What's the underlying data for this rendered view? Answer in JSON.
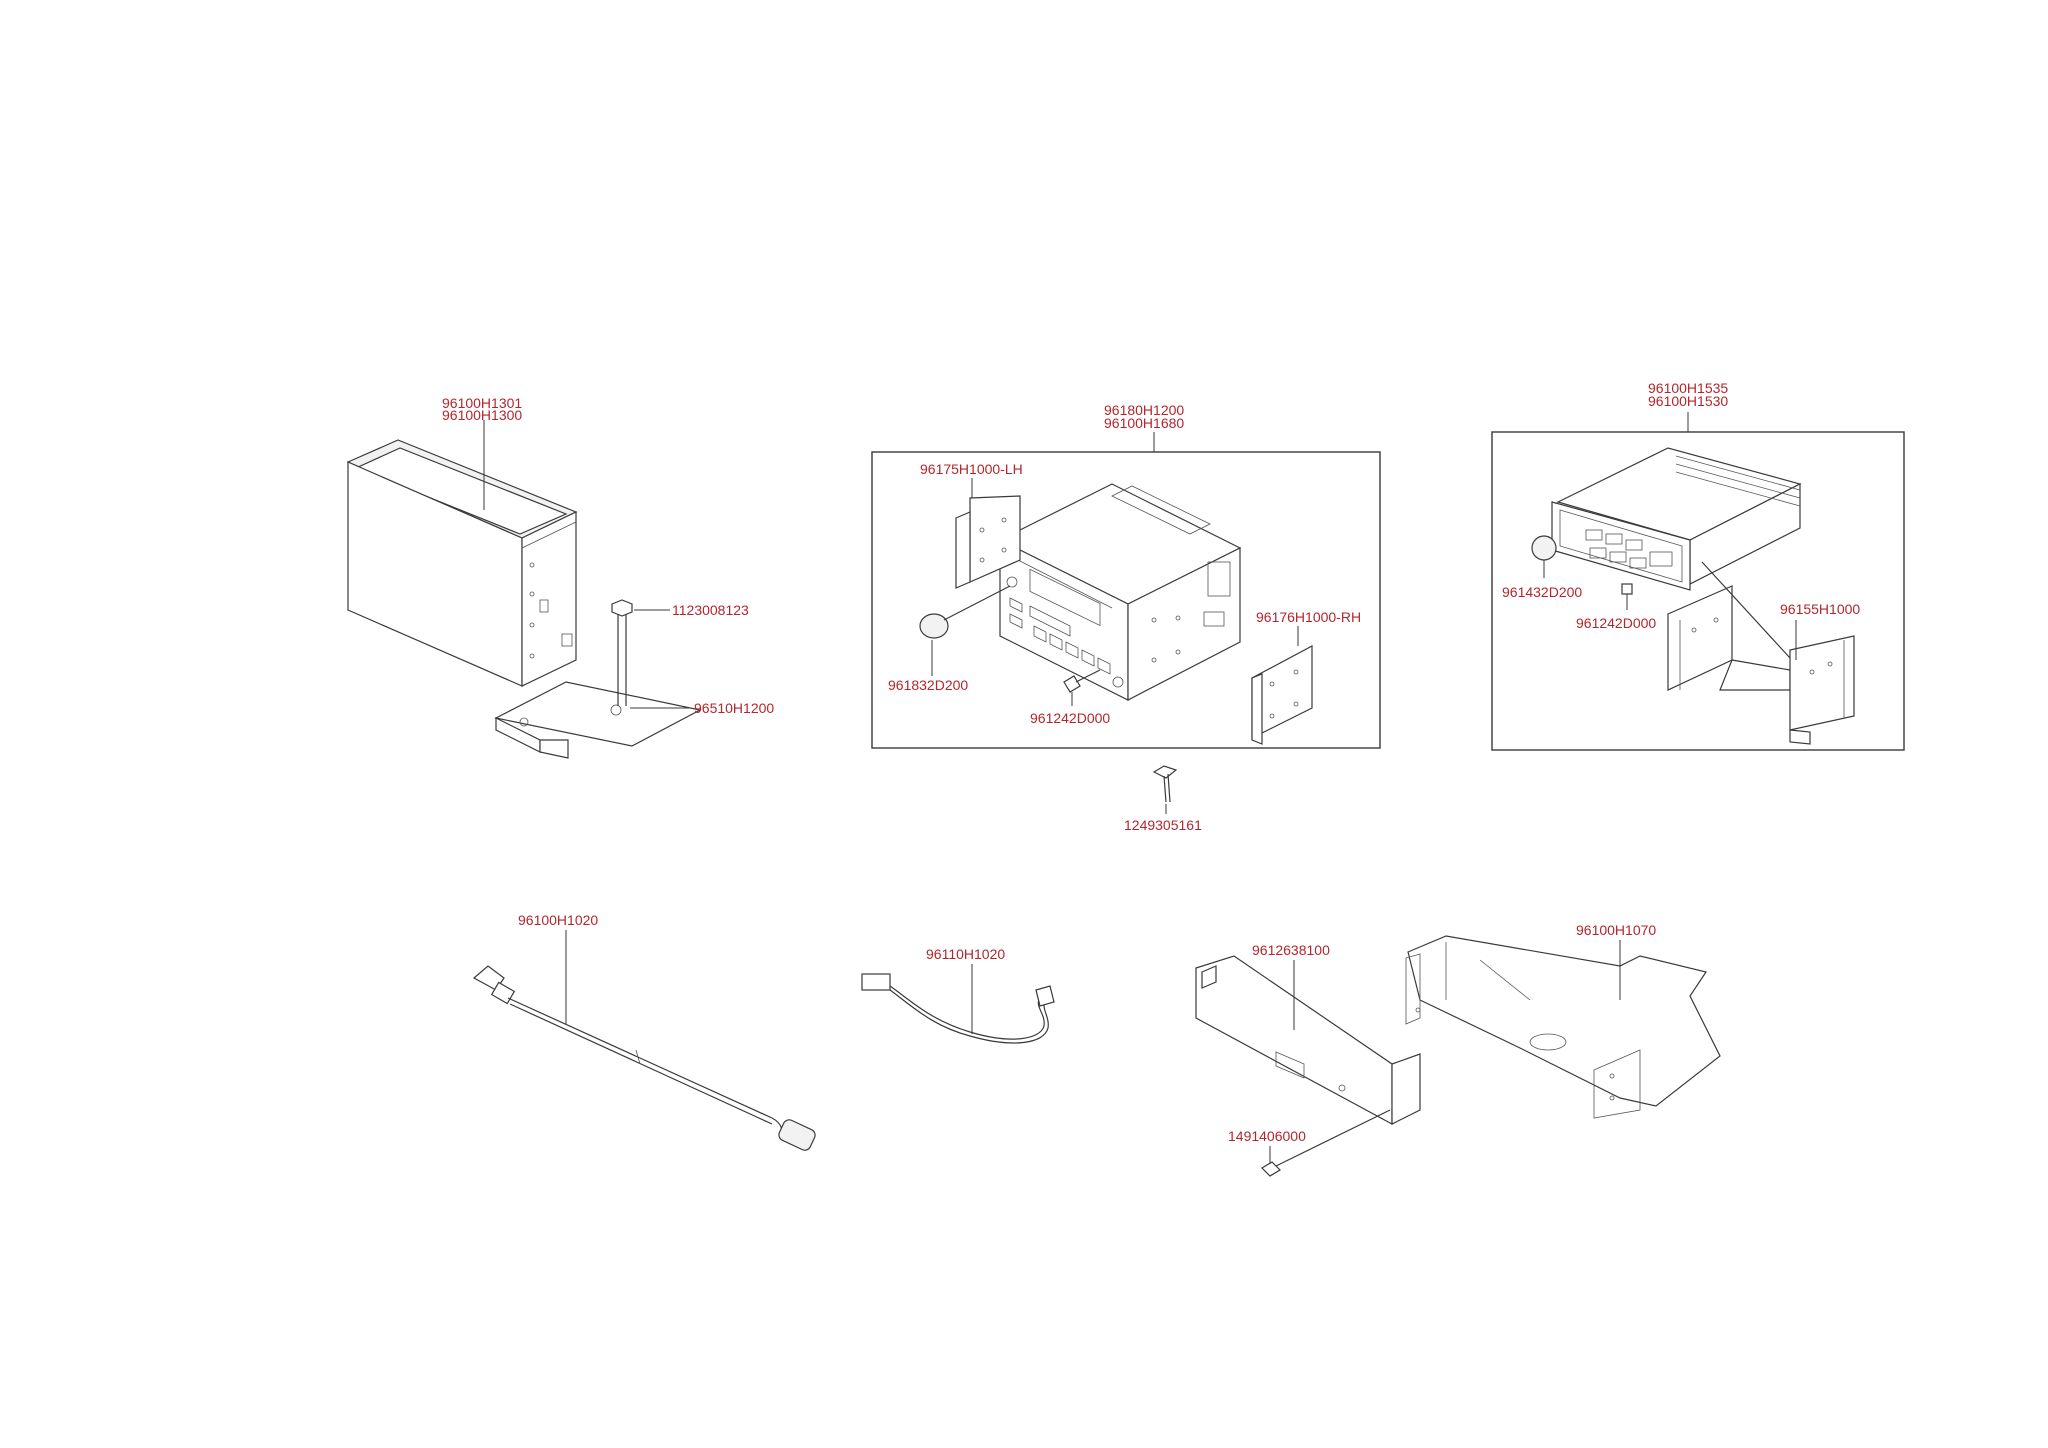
{
  "labels": {
    "cdc_a": "96100H1301",
    "cdc_b": "96100H1300",
    "bolt_1123": "1123008123",
    "bracket_96510": "96510H1200",
    "headunit_a": "96180H1200",
    "headunit_b": "96100H1680",
    "bracket_lh": "96175H1000-LH",
    "bracket_rh": "96176H1000-RH",
    "knob_961832": "961832D200",
    "knob_961242_mid": "961242D000",
    "screw_1249": "1249305161",
    "radio2_a": "96100H1535",
    "radio2_b": "96100H1530",
    "knob_961432": "961432D200",
    "knob_961242_right": "961242D000",
    "bracket_96155": "96155H1000",
    "cable_96100H1020": "96100H1020",
    "harness_96110H1020": "96110H1020",
    "bracket_9612638100": "9612638100",
    "screw_1491406000": "1491406000",
    "bracket_96100H1070": "96100H1070"
  },
  "colors": {
    "label": "#b3262d",
    "line": "#3a3a3a"
  }
}
